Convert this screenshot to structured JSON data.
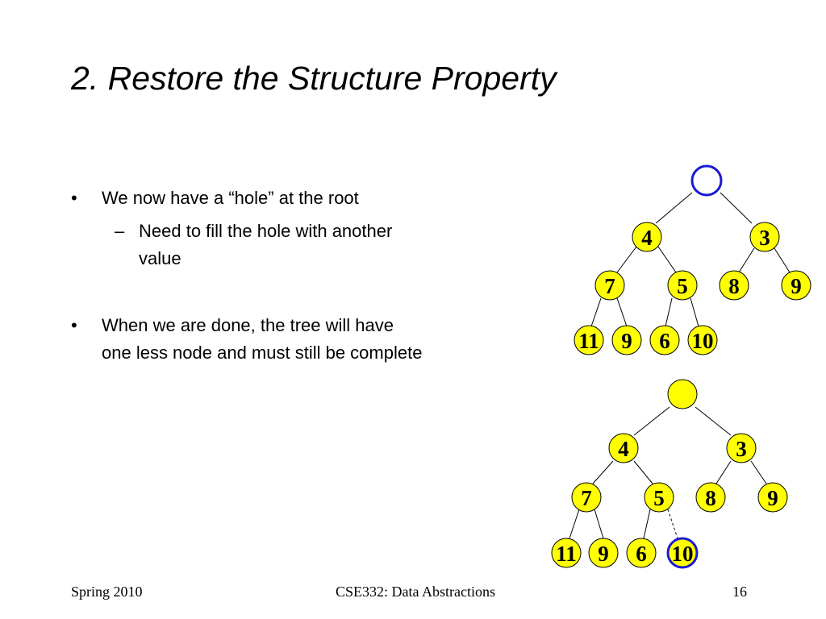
{
  "slide": {
    "title": "2. Restore the Structure Property",
    "bullets": [
      {
        "marker": "•",
        "lines": [
          "We now have a “hole” at the root"
        ],
        "subs": [
          {
            "marker": "–",
            "lines": [
              "Need to fill the hole with another",
              "value"
            ]
          }
        ]
      },
      {
        "marker": "•",
        "lines": [
          "When we are done, the tree will have",
          "one less node and must still be complete"
        ],
        "subs": []
      }
    ]
  },
  "footer": {
    "left": "Spring 2010",
    "center": "CSE332: Data Abstractions",
    "right": "16"
  },
  "colors": {
    "node_fill": "#ffff00",
    "hole_stroke": "#1a1ad6",
    "edge": "#000000"
  },
  "trees": [
    {
      "id": "tree-before",
      "root": {
        "label": "",
        "state": "hole"
      },
      "level1": [
        "4",
        "3"
      ],
      "level2": [
        "7",
        "5",
        "8",
        "9"
      ],
      "level3": [
        "11",
        "9",
        "6",
        "10"
      ]
    },
    {
      "id": "tree-after",
      "root": {
        "label": "",
        "state": "empty-filled"
      },
      "level1": [
        "4",
        "3"
      ],
      "level2": [
        "7",
        "5",
        "8",
        "9"
      ],
      "level3": [
        "11",
        "9",
        "6",
        "10"
      ],
      "highlighted_node": "10"
    }
  ]
}
